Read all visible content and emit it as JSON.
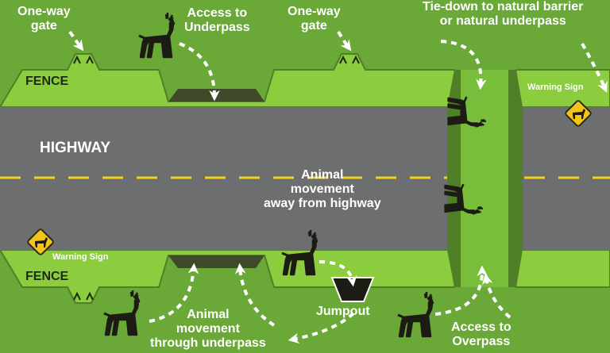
{
  "labels": {
    "oneway_gate_left": [
      "One-way",
      "gate"
    ],
    "access_underpass": [
      "Access to",
      "Underpass"
    ],
    "oneway_gate_right": [
      "One-way",
      "gate"
    ],
    "tie_down": [
      "Tie-down to natural barrier",
      "or natural underpass"
    ],
    "fence_top": "FENCE",
    "fence_bottom": "FENCE",
    "highway": "HIGHWAY",
    "warning_sign_right": "Warning Sign",
    "warning_sign_left": "Warning Sign",
    "animal_away": [
      "Animal",
      "movement",
      "away from highway"
    ],
    "jumpout": "Jumpout",
    "animal_through": [
      "Animal",
      "movement",
      "through underpass"
    ],
    "access_overpass": [
      "Access to",
      "Overpass"
    ]
  },
  "colors": {
    "grass": "#6aa837",
    "fence_band": "#8ccc3f",
    "fence_dark": "#4f7f26",
    "road": "#6d6e70",
    "lane_marking": "#f4d01a",
    "animal": "#1c1c14",
    "sign": "#f2c318",
    "label_white": "#ffffff",
    "label_dark": "#1e2a12"
  },
  "icons": [
    "deer-icon",
    "elk-icon",
    "warning-sign-icon",
    "one-way-gate-icon",
    "jumpout-icon",
    "dashed-arrow-icon"
  ]
}
